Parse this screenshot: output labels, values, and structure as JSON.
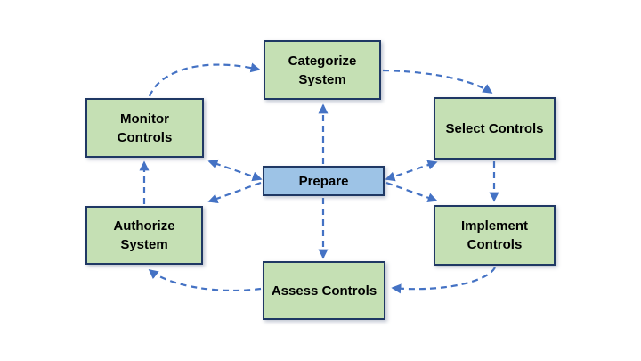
{
  "colors": {
    "background": "#ffffff",
    "step_box_fill": "#c5e0b4",
    "prepare_box_fill": "#9dc3e6",
    "box_border": "#1f3864",
    "arrow": "#4472c4",
    "text": "#000000"
  },
  "nodes": {
    "categorize": {
      "line1": "Categorize",
      "line2": "System"
    },
    "select": {
      "line1": "Select Controls",
      "line2": ""
    },
    "implement": {
      "line1": "Implement",
      "line2": "Controls"
    },
    "assess": {
      "line1": "Assess Controls",
      "line2": ""
    },
    "authorize": {
      "line1": "Authorize",
      "line2": "System"
    },
    "monitor": {
      "line1": "Monitor",
      "line2": "Controls"
    },
    "prepare": {
      "line1": "Prepare",
      "line2": ""
    }
  },
  "edges": [
    {
      "from": "Monitor Controls",
      "to": "Categorize System",
      "style": "dashed",
      "heads": "end"
    },
    {
      "from": "Categorize System",
      "to": "Select Controls",
      "style": "dashed",
      "heads": "end"
    },
    {
      "from": "Select Controls",
      "to": "Implement Controls",
      "style": "dashed",
      "heads": "end"
    },
    {
      "from": "Implement Controls",
      "to": "Assess Controls",
      "style": "dashed",
      "heads": "end"
    },
    {
      "from": "Assess Controls",
      "to": "Authorize System",
      "style": "dashed",
      "heads": "end"
    },
    {
      "from": "Authorize System",
      "to": "Monitor Controls",
      "style": "dashed",
      "heads": "end"
    },
    {
      "from": "Prepare",
      "to": "Categorize System",
      "style": "dashed",
      "heads": "end"
    },
    {
      "from": "Prepare",
      "to": "Assess Controls",
      "style": "dashed",
      "heads": "end"
    },
    {
      "from": "Prepare",
      "to": "Monitor Controls",
      "style": "dashed",
      "heads": "both"
    },
    {
      "from": "Prepare",
      "to": "Authorize System",
      "style": "dashed",
      "heads": "end"
    },
    {
      "from": "Prepare",
      "to": "Select Controls",
      "style": "dashed",
      "heads": "both"
    },
    {
      "from": "Prepare",
      "to": "Implement Controls",
      "style": "dashed",
      "heads": "end"
    }
  ]
}
